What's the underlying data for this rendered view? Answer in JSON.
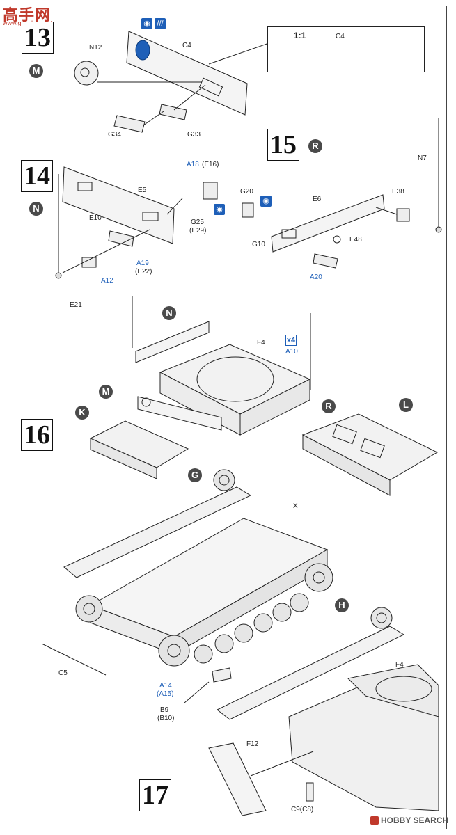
{
  "watermark_top": {
    "brand": "高手网",
    "url": "www.gaoshou.net"
  },
  "watermark_bottom": "HOBBY SEARCH",
  "steps": {
    "s13": "13",
    "s14": "14",
    "s15": "15",
    "s16": "16",
    "s17": "17"
  },
  "badges": {
    "m1": "M",
    "n1": "N",
    "r1": "R",
    "n2": "N",
    "m2": "M",
    "r2": "R",
    "k": "K",
    "l": "L",
    "g": "G",
    "h": "H"
  },
  "inset": {
    "scale": "1:1",
    "part": "C4"
  },
  "parts": {
    "n12": "N12",
    "c4": "C4",
    "g34": "G34",
    "g33": "G33",
    "a18": "A18",
    "e16": "(E16)",
    "e5": "E5",
    "e10": "E10",
    "g25": "G25",
    "e29": "(E29)",
    "a19": "A19",
    "e22": "(E22)",
    "a12": "A12",
    "e21": "E21",
    "n7": "N7",
    "g20": "G20",
    "e6": "E6",
    "e38": "E38",
    "g10": "G10",
    "e48": "E48",
    "a20": "A20",
    "f4": "F4",
    "a10": "A10",
    "x4": "x4",
    "x": "X",
    "c5": "C5",
    "a14": "A14",
    "a15": "(A15)",
    "b9": "B9",
    "b10": "(B10)",
    "f4b": "F4",
    "f12": "F12",
    "c9": "C9(C8)"
  }
}
